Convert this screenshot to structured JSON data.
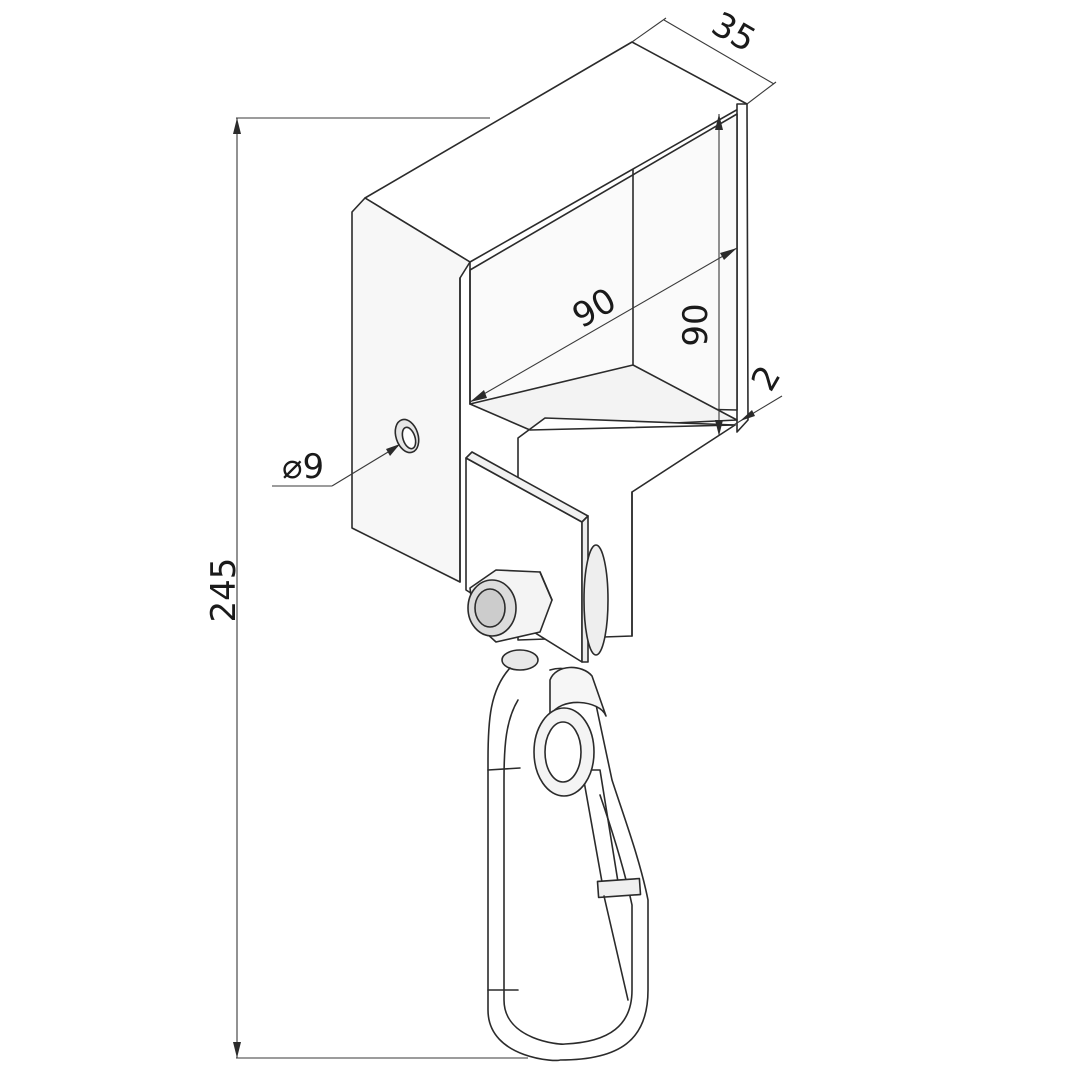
{
  "dimensions": {
    "height_total": "245",
    "depth": "35",
    "width": "90",
    "height_box": "90",
    "wall_thickness": "2",
    "hole_diameter": "⌀9"
  },
  "colors": {
    "line": "#2b2b2b",
    "face_light": "#ffffff",
    "face_shade": "#f2f2f2",
    "metal_shade": "#d6d6d6"
  }
}
